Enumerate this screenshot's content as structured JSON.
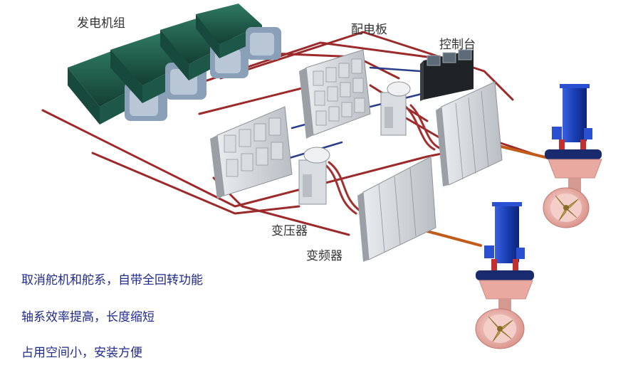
{
  "labels": {
    "generator_set": "发电机组",
    "switchboard": "配电板",
    "console": "控制台",
    "transformer": "变压器",
    "converter": "变频器"
  },
  "features": [
    "取消舵机和舵系，自带全回转功能",
    "轴系效率提高，长度缩短",
    "占用空间小，安装方便"
  ],
  "colors": {
    "feature_text": "#1f2a8a",
    "cable_red": "#9c2a2a",
    "cable_blue": "#2a3f8c",
    "generator_green": "#1f5f4c",
    "motor_blue": "#1a3fb4",
    "propeller_gold": "#c9a24a",
    "nozzle_pink": "#e9a9a0"
  }
}
